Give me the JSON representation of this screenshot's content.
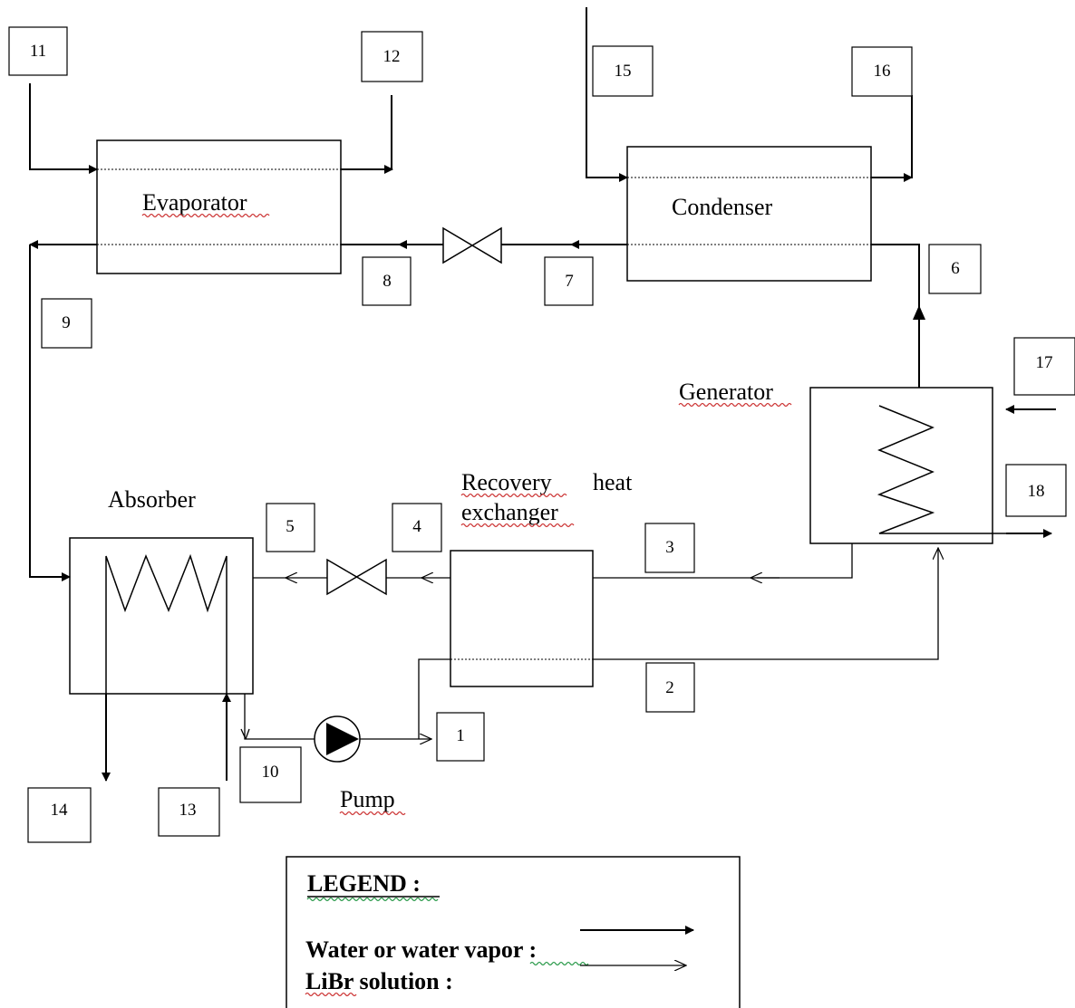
{
  "components": {
    "evaporator": "Evaporator",
    "condenser": "Condenser",
    "generator": "Generator",
    "absorber": "Absorber",
    "recovery_heat_exchanger": {
      "line1": "Recovery",
      "line2": "heat",
      "line3": "exchanger"
    },
    "pump": "Pump"
  },
  "state_points": [
    "1",
    "2",
    "3",
    "4",
    "5",
    "6",
    "7",
    "8",
    "9",
    "10",
    "11",
    "12",
    "13",
    "14",
    "15",
    "16",
    "17",
    "18"
  ],
  "legend": {
    "title": "LEGEND :",
    "water_label": "Water or water vapor :",
    "libr_label": "LiBr solution :"
  }
}
